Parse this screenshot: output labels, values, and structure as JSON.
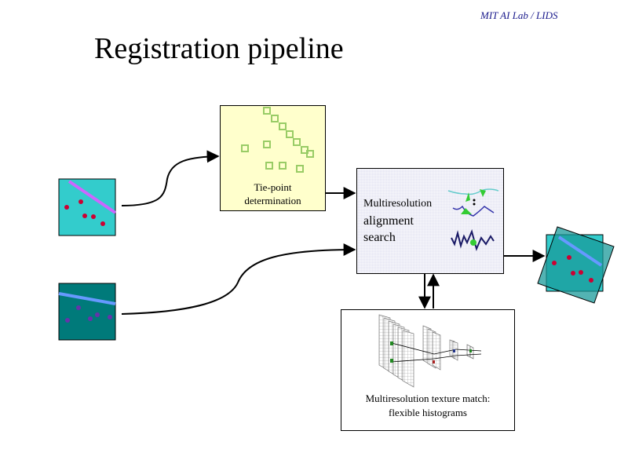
{
  "header": {
    "affiliation": "MIT AI Lab / LIDS"
  },
  "title": "Registration pipeline",
  "boxes": {
    "tie_point": {
      "line1": "Tie-point",
      "line2": "determination"
    },
    "alignment": {
      "line1": "Multiresolution",
      "line2": "alignment",
      "line3": "search"
    },
    "texture_match": {
      "line1": "Multiresolution texture match:",
      "line2": "flexible histograms"
    }
  },
  "colors": {
    "cyan_panel": "#33cccc",
    "teal_panel": "#007a7a",
    "tie_box_bg": "#ffffcc",
    "point_red": "#cc0033",
    "point_purple": "#6633aa",
    "line_violet": "#cc66ff",
    "line_blue": "#6699ff",
    "marker_green": "#99cc66"
  }
}
